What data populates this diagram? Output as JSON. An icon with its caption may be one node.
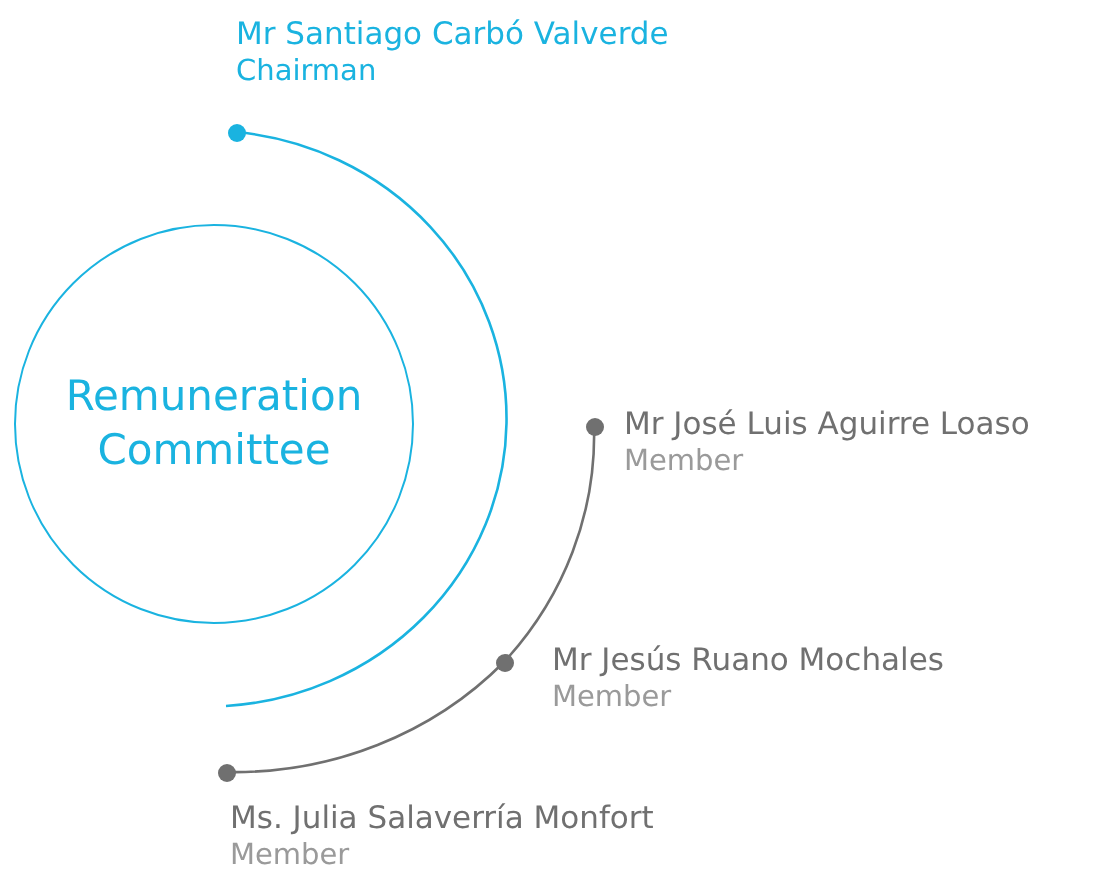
{
  "diagram": {
    "nodes": [
      {
        "text": [
          "Remuneration Committee"
        ]
      },
      {
        "text": [
          "Mr Santiago Carbó Valverde",
          "Chairman"
        ]
      },
      {
        "text": [
          "Mr José Luis Aguirre Loaso",
          "Member"
        ]
      },
      {
        "text": [
          "Mr Jesús Ruano Mochales",
          "Member"
        ]
      },
      {
        "text": [
          "Ms. Julia Salaverría Monfort",
          "Member"
        ]
      }
    ],
    "edges": [
      {
        "from": 1,
        "to": null,
        "arrow": "none",
        "color": "#1ab3e0"
      },
      {
        "from": 2,
        "to": 3,
        "arrow": "none",
        "color": "#707070"
      },
      {
        "from": 3,
        "to": 4,
        "arrow": "none",
        "color": "#707070"
      }
    ]
  }
}
